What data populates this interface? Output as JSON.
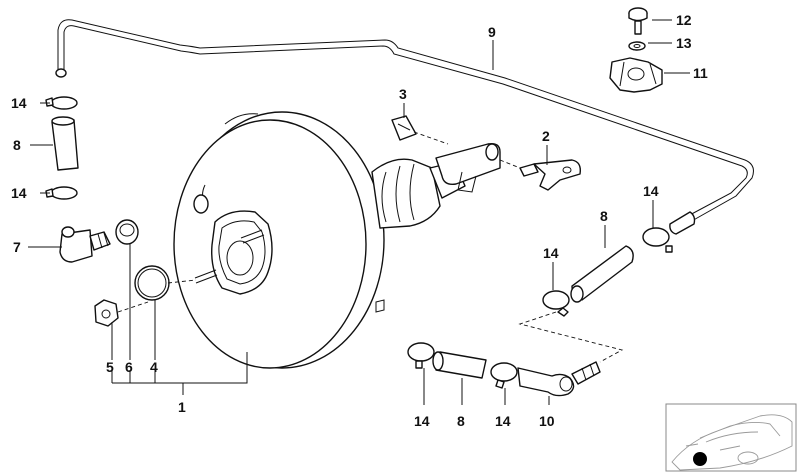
{
  "callouts": {
    "c1": "1",
    "c2": "2",
    "c3": "3",
    "c4": "4",
    "c5": "5",
    "c6": "6",
    "c7": "7",
    "c8a": "8",
    "c8b": "8",
    "c8c": "8",
    "c9": "9",
    "c10": "10",
    "c11": "11",
    "c12": "12",
    "c13": "13",
    "c14a": "14",
    "c14b": "14",
    "c14c": "14",
    "c14d": "14",
    "c14e": "14",
    "c14f": "14"
  },
  "colors": {
    "line": "#111111",
    "thumb": "#9a9a9a"
  },
  "thumbnail": {
    "icon": "car-location-thumbnail-icon"
  }
}
